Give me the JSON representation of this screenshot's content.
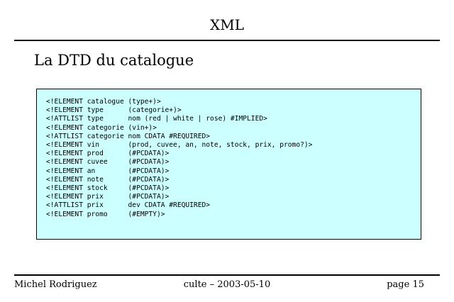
{
  "slide": {
    "title": "XML",
    "heading": "La DTD du catalogue"
  },
  "code": {
    "lines": [
      "<!ELEMENT catalogue (type+)>",
      "<!ELEMENT type      (categorie+)>",
      "<!ATTLIST type      nom (red | white | rose) #IMPLIED>",
      "<!ELEMENT categorie (vin+)>",
      "<!ATTLIST categorie nom CDATA #REQUIRED>",
      "<!ELEMENT vin       (prod, cuvee, an, note, stock, prix, promo?)>",
      "<!ELEMENT prod      (#PCDATA)>",
      "<!ELEMENT cuvee     (#PCDATA)>",
      "<!ELEMENT an        (#PCDATA)>",
      "<!ELEMENT note      (#PCDATA)>",
      "<!ELEMENT stock     (#PCDATA)>",
      "<!ELEMENT prix      (#PCDATA)>",
      "<!ATTLIST prix      dev CDATA #REQUIRED>",
      "<!ELEMENT promo     (#EMPTY)>"
    ],
    "background_color": "#ccffff"
  },
  "footer": {
    "author": "Michel Rodriguez",
    "event": "culte – 2003-05-10",
    "page": "page 15"
  }
}
